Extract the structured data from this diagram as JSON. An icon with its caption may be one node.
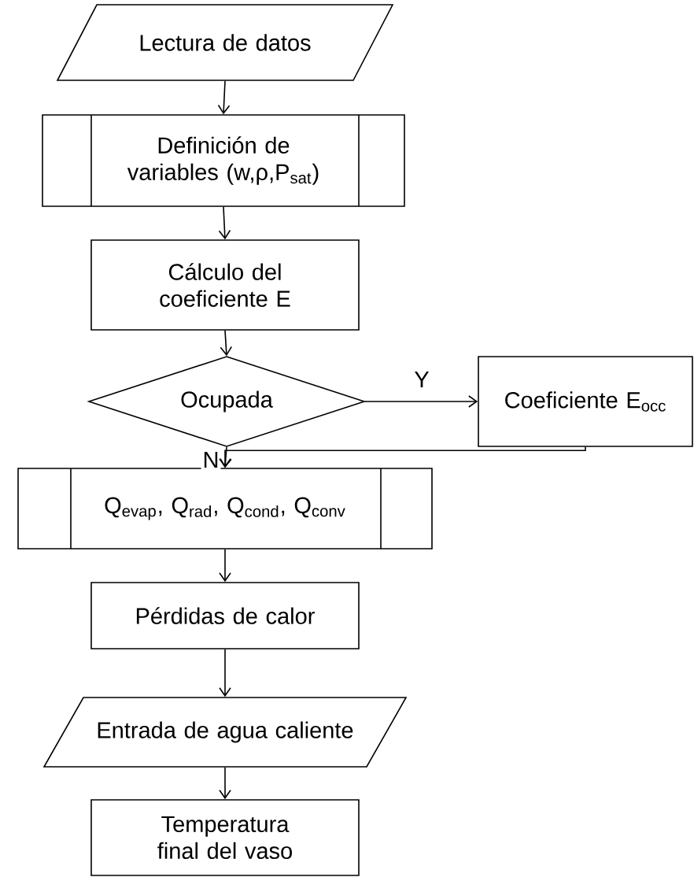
{
  "diagram": {
    "nodes": [
      {
        "text": [
          "Lectura de datos"
        ]
      },
      {
        "text": [
          "Definición de variables (w,ρ,P$_{sat}$)"
        ]
      },
      {
        "text": [
          "Cálculo del coeficiente E"
        ]
      },
      {
        "text": [
          "Ocupada"
        ]
      },
      {
        "text": [
          "Coeficiente E$_{occ}$"
        ]
      },
      {
        "text": [
          "Q$_{evap}$, Q$_{rad}$, Q$_{cond}$, Q$_{conv}$"
        ]
      },
      {
        "text": [
          "Pérdidas de calor"
        ]
      },
      {
        "text": [
          "Entrada de agua caliente"
        ]
      },
      {
        "text": [
          "Temperatura final del vaso"
        ]
      }
    ],
    "edges": [
      {
        "from": 0,
        "to": 1,
        "arrow": "to"
      },
      {
        "from": 1,
        "to": 2,
        "arrow": "to"
      },
      {
        "from": 2,
        "to": 3,
        "arrow": "to"
      },
      {
        "from": 3,
        "to": 4,
        "arrow": "to",
        "label": "Y"
      },
      {
        "from": 3,
        "to": 5,
        "arrow": "to",
        "label": "N"
      },
      {
        "from": 4,
        "to": 5,
        "arrow": "to"
      },
      {
        "from": 5,
        "to": 6,
        "arrow": "to"
      },
      {
        "from": 6,
        "to": 7,
        "arrow": "to"
      },
      {
        "from": 7,
        "to": 8,
        "arrow": "to"
      }
    ]
  }
}
